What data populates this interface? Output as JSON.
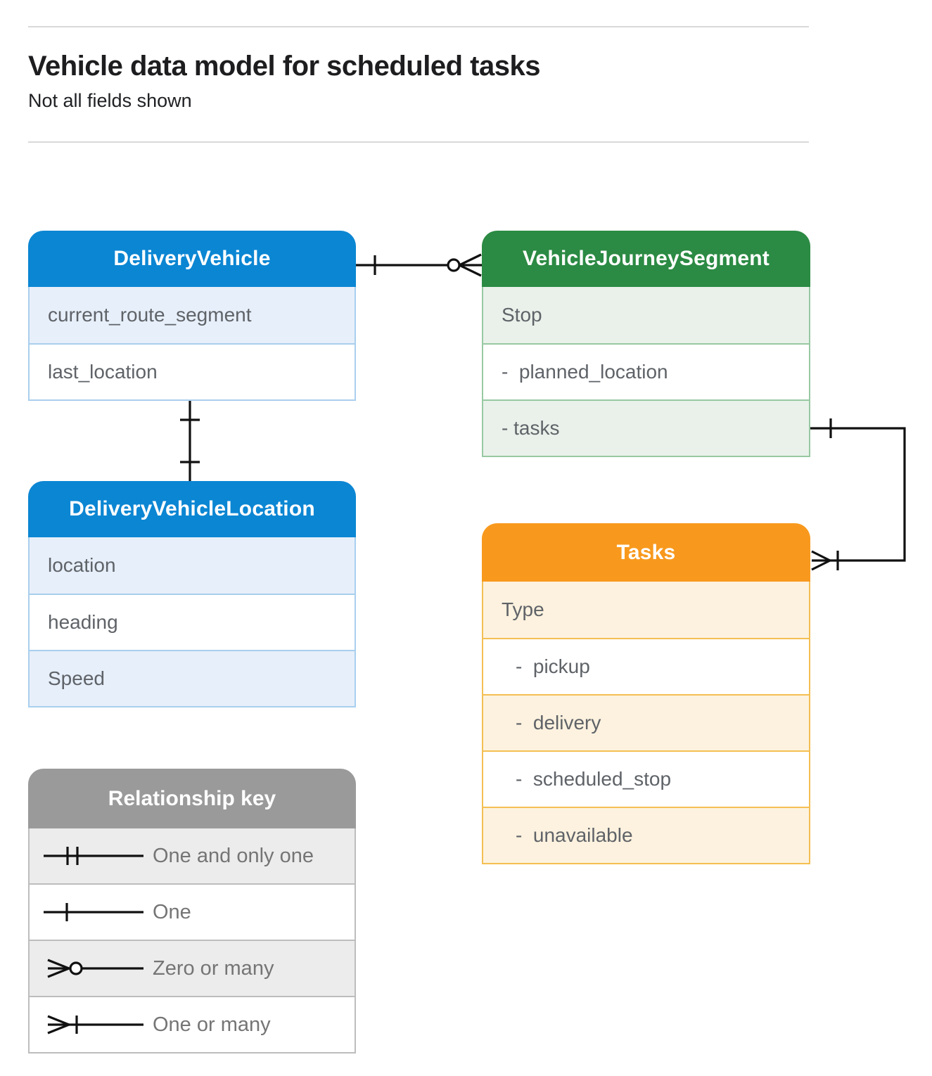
{
  "page": {
    "title": "Vehicle data model for scheduled tasks",
    "subtitle": "Not all fields shown"
  },
  "entities": [
    {
      "name": "DeliveryVehicle",
      "fields": [
        "current_route_segment",
        "last_location"
      ]
    },
    {
      "name": "VehicleJourneySegment",
      "fields": [
        "Stop",
        "-  planned_location",
        "- tasks"
      ]
    },
    {
      "name": "DeliveryVehicleLocation",
      "fields": [
        "location",
        "heading",
        "Speed"
      ]
    },
    {
      "name": "Tasks",
      "fields": [
        "Type",
        "-  pickup",
        "-  delivery",
        "-  scheduled_stop",
        "-  unavailable"
      ]
    }
  ],
  "relationships": [
    {
      "from": "DeliveryVehicle",
      "from_cardinality": "One",
      "to": "VehicleJourneySegment",
      "to_cardinality": "Zero or many"
    },
    {
      "from": "DeliveryVehicle",
      "from_cardinality": "One",
      "to": "DeliveryVehicleLocation",
      "to_cardinality": "One"
    },
    {
      "from": "VehicleJourneySegment.tasks",
      "from_cardinality": "One",
      "to": "Tasks",
      "to_cardinality": "One or many"
    }
  ],
  "legend": {
    "title": "Relationship key",
    "items": [
      {
        "icon": "one-and-only-one-icon",
        "label": "One and only one"
      },
      {
        "icon": "one-icon",
        "label": "One"
      },
      {
        "icon": "zero-or-many-icon",
        "label": "Zero or many"
      },
      {
        "icon": "one-or-many-icon",
        "label": "One or many"
      }
    ]
  },
  "colors": {
    "blue_header": "#0b86d3",
    "blue_tint": "#e7effa",
    "blue_border": "#a9cfee",
    "green_header": "#2b8a43",
    "green_tint": "#e9f1ea",
    "green_border": "#98c9a2",
    "orange_header": "#f8991d",
    "orange_tint": "#fdf2df",
    "orange_border": "#f4bf53",
    "gray_header": "#9a9a9a",
    "gray_tint": "#ececec",
    "gray_border": "#bdbdbd",
    "field_text": "#5f6368",
    "legend_text": "#757575",
    "connector": "#111111"
  }
}
